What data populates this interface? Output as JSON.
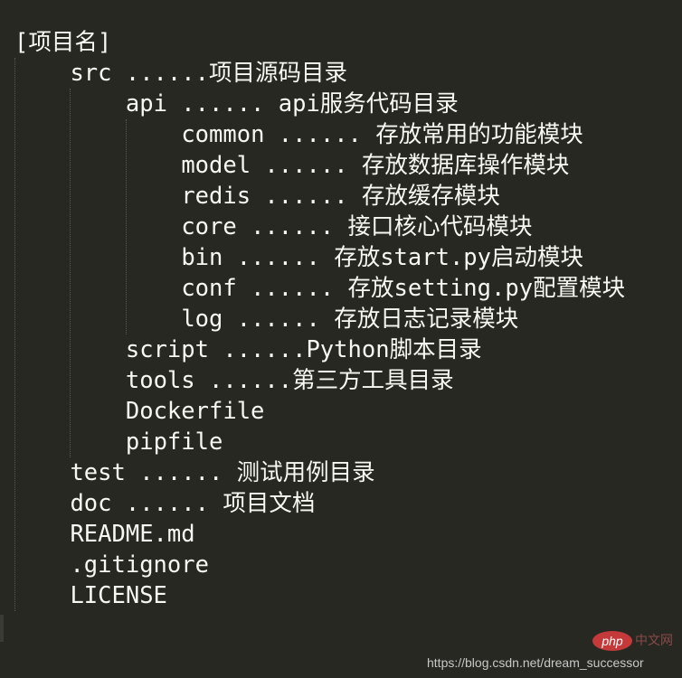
{
  "lines": [
    {
      "indent": 0,
      "text": "[项目名]"
    },
    {
      "indent": 1,
      "text": "src ......项目源码目录"
    },
    {
      "indent": 2,
      "text": "api ...... api服务代码目录"
    },
    {
      "indent": 3,
      "text": "common ...... 存放常用的功能模块"
    },
    {
      "indent": 3,
      "text": "model ...... 存放数据库操作模块"
    },
    {
      "indent": 3,
      "text": "redis ...... 存放缓存模块"
    },
    {
      "indent": 3,
      "text": "core ...... 接口核心代码模块"
    },
    {
      "indent": 3,
      "text": "bin ...... 存放start.py启动模块"
    },
    {
      "indent": 3,
      "text": "conf ...... 存放setting.py配置模块"
    },
    {
      "indent": 3,
      "text": "log ...... 存放日志记录模块"
    },
    {
      "indent": 2,
      "text": "script ......Python脚本目录"
    },
    {
      "indent": 2,
      "text": "tools ......第三方工具目录"
    },
    {
      "indent": 2,
      "text": "Dockerfile"
    },
    {
      "indent": 2,
      "text": "pipfile"
    },
    {
      "indent": 1,
      "text": "test ...... 测试用例目录"
    },
    {
      "indent": 1,
      "text": "doc ...... 项目文档"
    },
    {
      "indent": 1,
      "text": "README.md"
    },
    {
      "indent": 1,
      "text": ".gitignore"
    },
    {
      "indent": 1,
      "text": "LICENSE"
    }
  ],
  "watermark": {
    "url": "https://blog.csdn.net/dream_successor",
    "logo_text": "php",
    "logo_suffix": "中文网"
  },
  "colors": {
    "background": "#272822",
    "text": "#f8f8f2"
  }
}
